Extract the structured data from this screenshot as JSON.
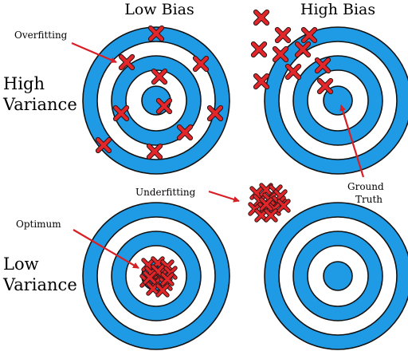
{
  "headers": {
    "low_bias": "Low Bias",
    "high_bias": "High Bias",
    "high_variance_1": "High",
    "high_variance_2": "Variance",
    "low_variance_1": "Low",
    "low_variance_2": "Variance"
  },
  "annotations": {
    "overfitting": "Overfitting",
    "underfitting": "Underfitting",
    "optimum": "Optimum",
    "ground_truth_1": "Ground",
    "ground_truth_2": "Truth"
  },
  "colors": {
    "target_blue": "#1f9be6",
    "marker_red": "#e3262a",
    "arrow_red": "#d81f26",
    "outline": "#111111"
  },
  "panels": [
    {
      "name": "low-bias-high-variance",
      "spread": "scattered around center"
    },
    {
      "name": "high-bias-high-variance",
      "spread": "scattered, offset from center"
    },
    {
      "name": "low-bias-low-variance",
      "spread": "clustered on center"
    },
    {
      "name": "high-bias-low-variance",
      "spread": "clustered, offset from center"
    }
  ]
}
